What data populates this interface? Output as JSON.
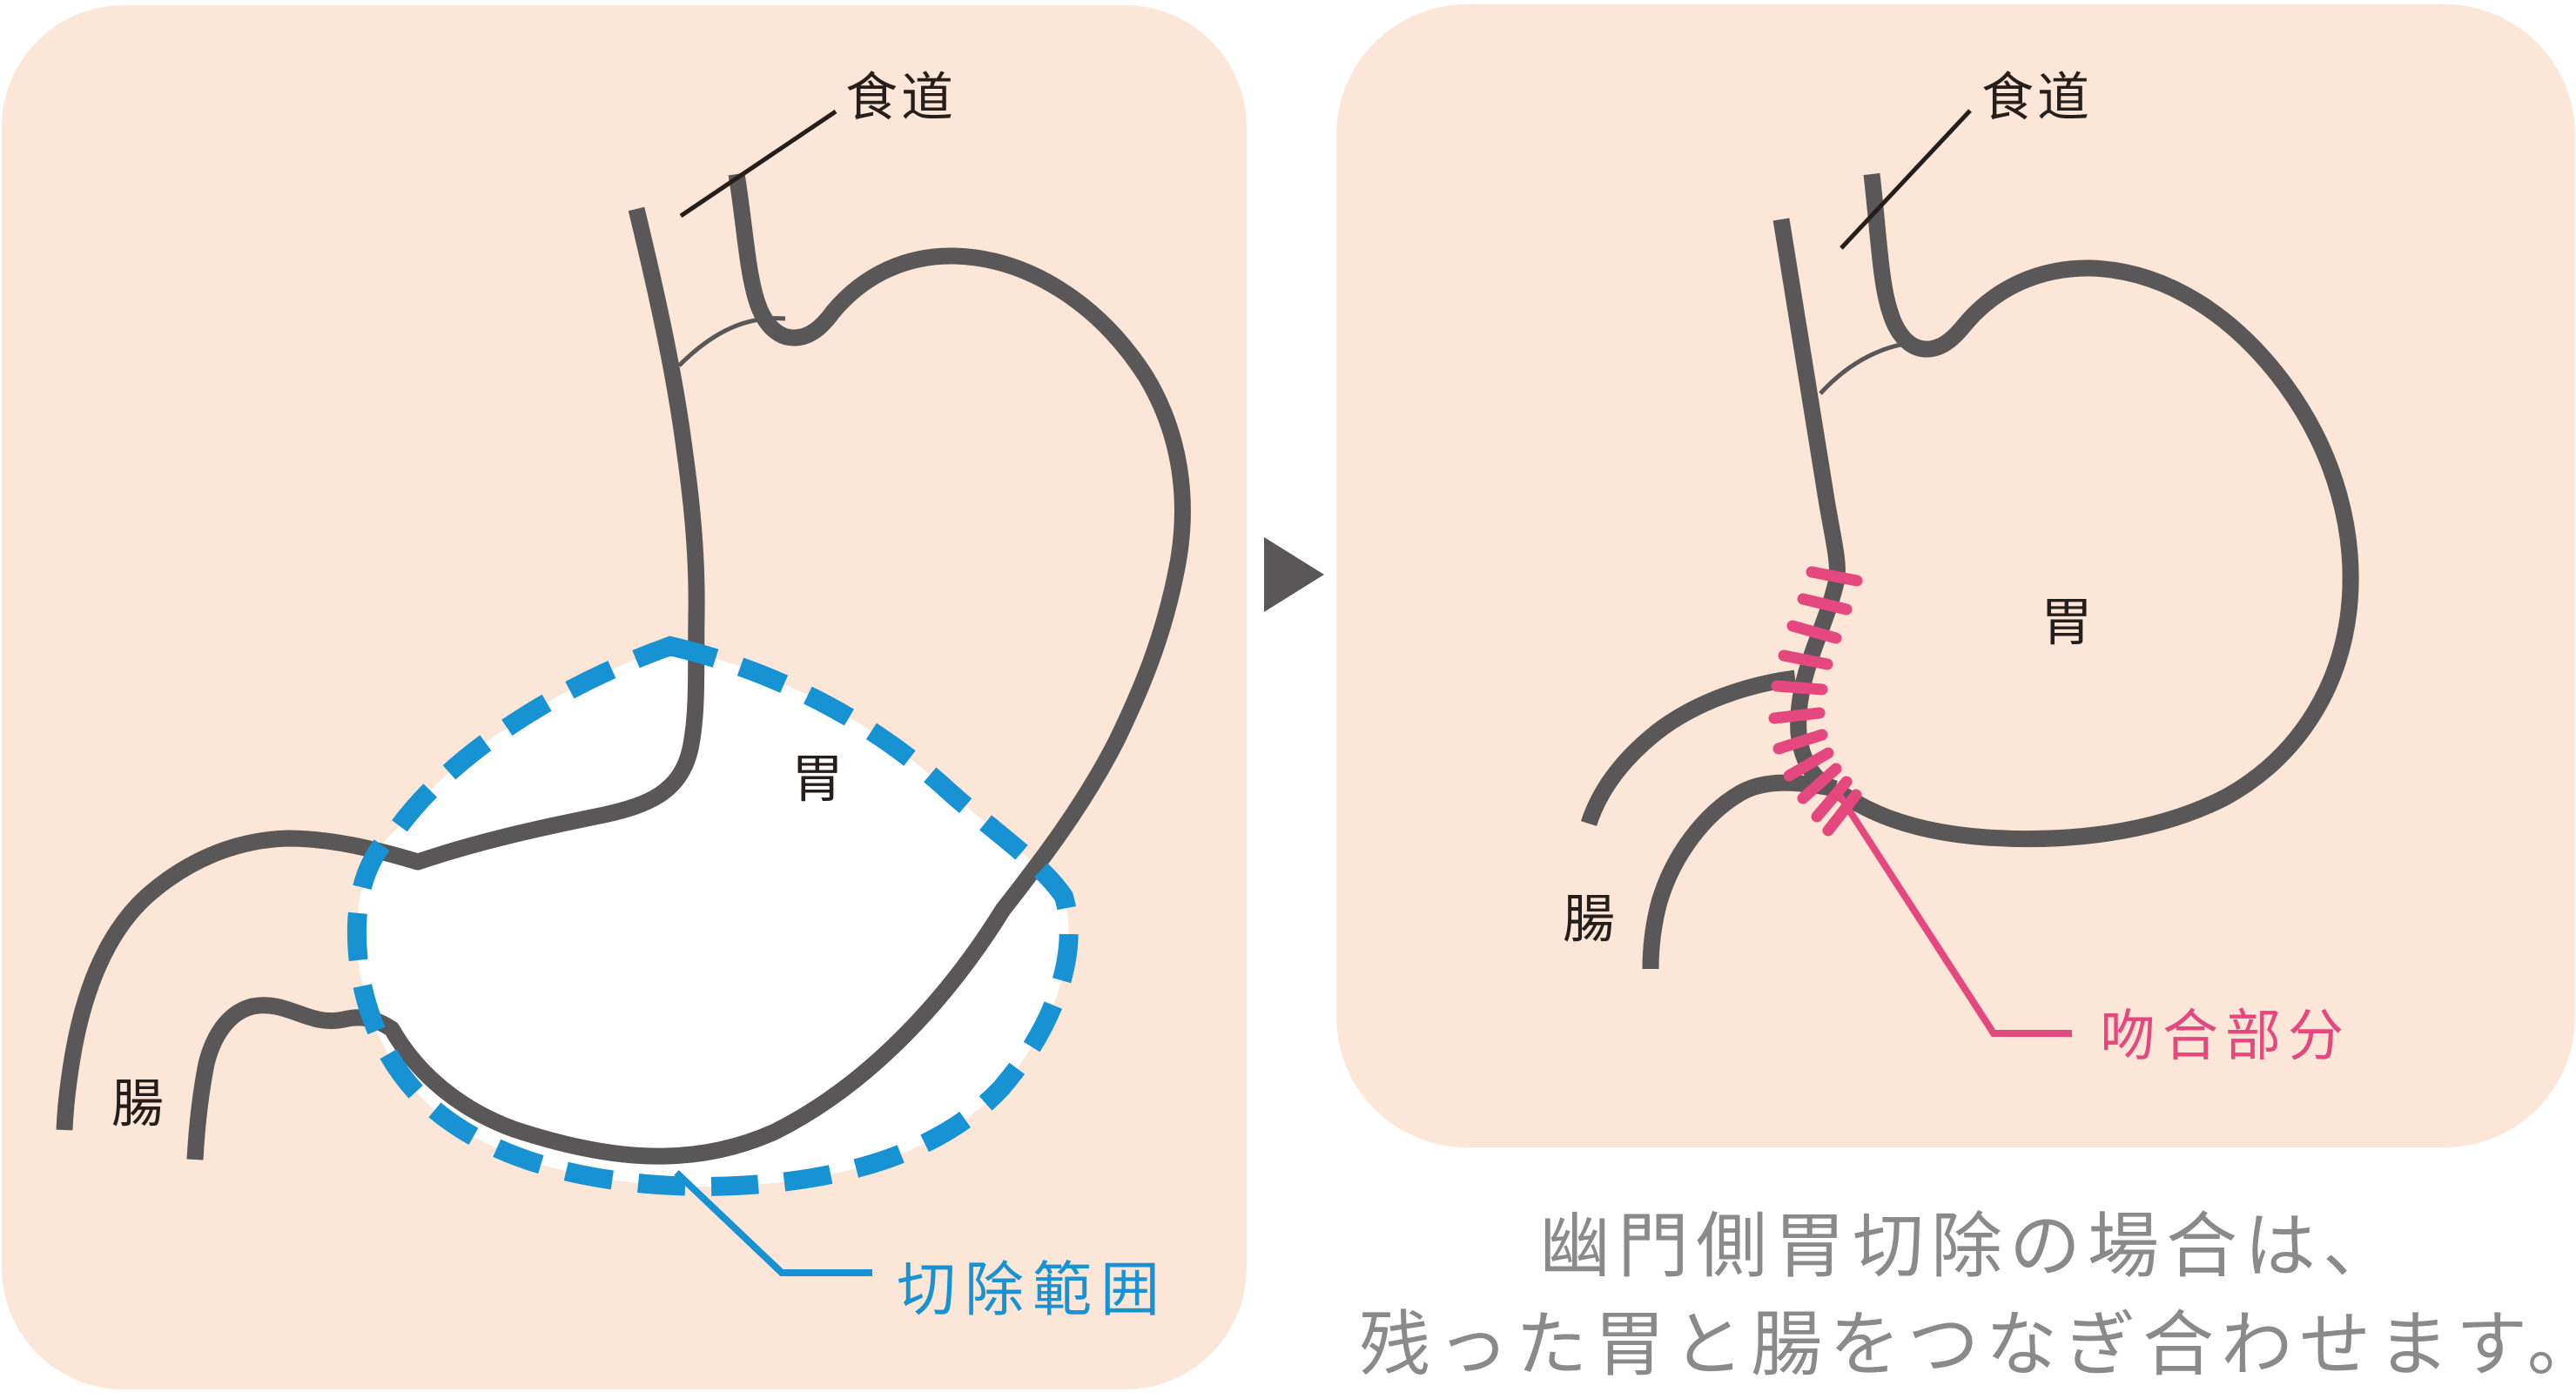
{
  "colors": {
    "page_background": "#ffffff",
    "panel_background": "#fce6d7",
    "anatomy_line": "#595757",
    "label_text": "#251e1b",
    "resection_blue": "#1792d3",
    "anastomosis_pink": "#e5477f",
    "caption_gray": "#8a8a8a"
  },
  "icons": {
    "arrow_icon": "▶"
  },
  "left_panel": {
    "esophagus_label": "食道",
    "stomach_label": "胃",
    "intestine_label": "腸",
    "resection_label": "切除範囲"
  },
  "right_panel": {
    "esophagus_label": "食道",
    "stomach_label": "胃",
    "intestine_label": "腸",
    "anastomosis_label": "吻合部分"
  },
  "caption": {
    "line1": "幽門側胃切除の場合は、",
    "line2": "残った胃と腸をつなぎ合わせます。"
  }
}
